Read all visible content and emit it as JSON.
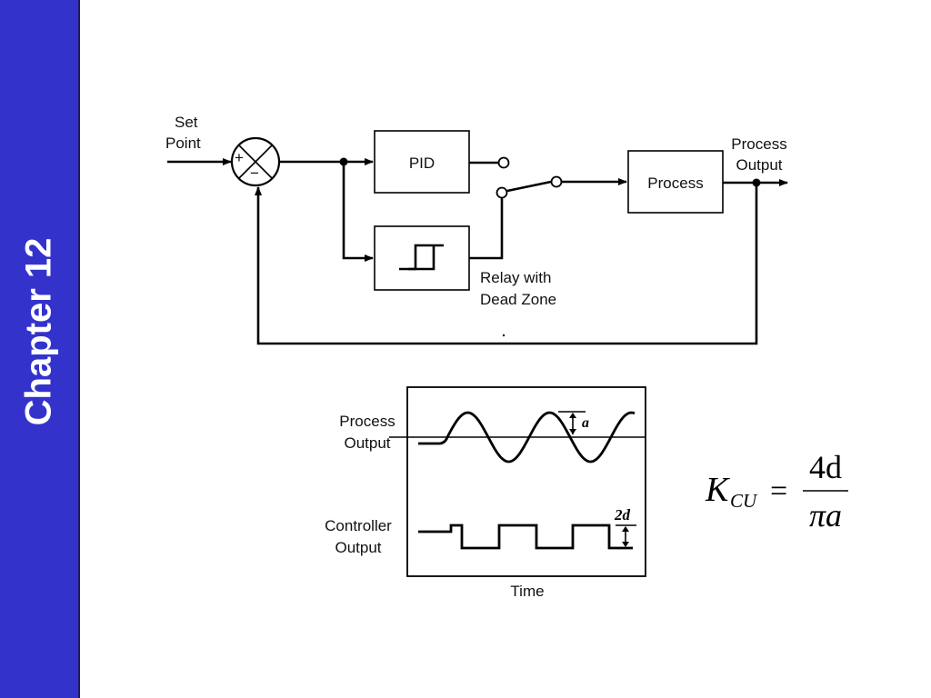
{
  "sidebar": {
    "title": "Chapter 12",
    "color": "#3333cc"
  },
  "block_diagram": {
    "input_label": [
      "Set",
      "Point"
    ],
    "summer_signs": [
      "+",
      "−"
    ],
    "pid_label": "PID",
    "relay_label": [
      "Relay with",
      "Dead Zone"
    ],
    "process_label": "Process",
    "output_label": [
      "Process",
      "Output"
    ]
  },
  "waveform_plot": {
    "process_output_label": [
      "Process",
      "Output"
    ],
    "controller_output_label": [
      "Controller",
      "Output"
    ],
    "amplitude_label": "a",
    "relay_amplitude_label": "2d",
    "time_axis_label": "Time"
  },
  "formula": {
    "lhs_symbol": "K",
    "lhs_subscript": "CU",
    "equals": "=",
    "numerator": "4d",
    "denominator": "πa"
  }
}
